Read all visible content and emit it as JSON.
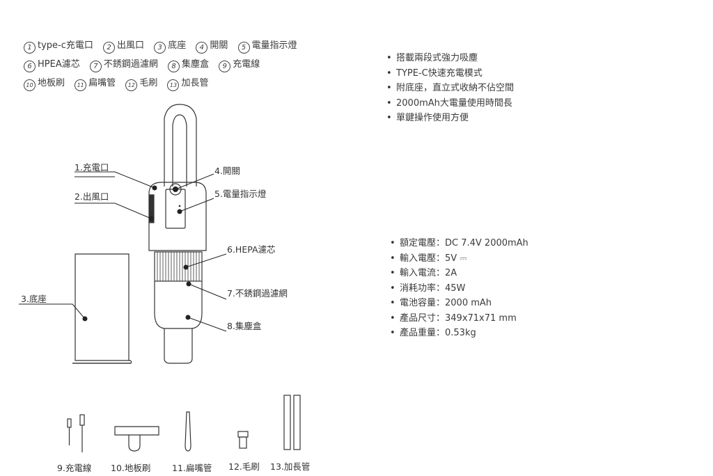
{
  "legend": {
    "row1": [
      {
        "num": "1",
        "text": "type-c充電口"
      },
      {
        "num": "2",
        "text": "出風口"
      },
      {
        "num": "3",
        "text": "底座"
      },
      {
        "num": "4",
        "text": "開關"
      },
      {
        "num": "5",
        "text": "電量指示燈"
      }
    ],
    "row2": [
      {
        "num": "6",
        "text": "HPEA濾芯"
      },
      {
        "num": "7",
        "text": "不銹鋼過濾網"
      },
      {
        "num": "8",
        "text": "集塵盒"
      },
      {
        "num": "9",
        "text": "充電線"
      }
    ],
    "row3": [
      {
        "num": "10",
        "text": "地板刷"
      },
      {
        "num": "11",
        "text": "扁嘴管"
      },
      {
        "num": "12",
        "text": "毛刷"
      },
      {
        "num": "13",
        "text": "加長管"
      }
    ]
  },
  "features": [
    "搭載兩段式強力吸塵",
    "TYPE-C快速充電模式",
    "附底座，直立式收納不佔空間",
    "2000mAh大電量使用時間長",
    "單鍵操作使用方便"
  ],
  "specs": [
    "額定電壓：DC 7.4V 2000mAh",
    "輸入電壓：5V ⎓",
    "輸入電流：2A",
    "消耗功率：45W",
    "電池容量：2000 mAh",
    "產品尺寸：349x71x71 mm",
    "產品重量：0.53kg"
  ],
  "diagram_labels": {
    "charge_port": "1.充電口",
    "air_outlet": "2.出風口",
    "base": "3.底座",
    "switch": "4.開關",
    "battery_indicator": "5.電量指示燈",
    "hepa": "6.HEPA濾芯",
    "steel_filter": "7.不銹鋼過濾網",
    "dust_box": "8.集塵盒"
  },
  "accessories": [
    "9.充電線",
    "10.地板刷",
    "11.扁嘴管",
    "12.毛刷",
    "13.加長管"
  ]
}
